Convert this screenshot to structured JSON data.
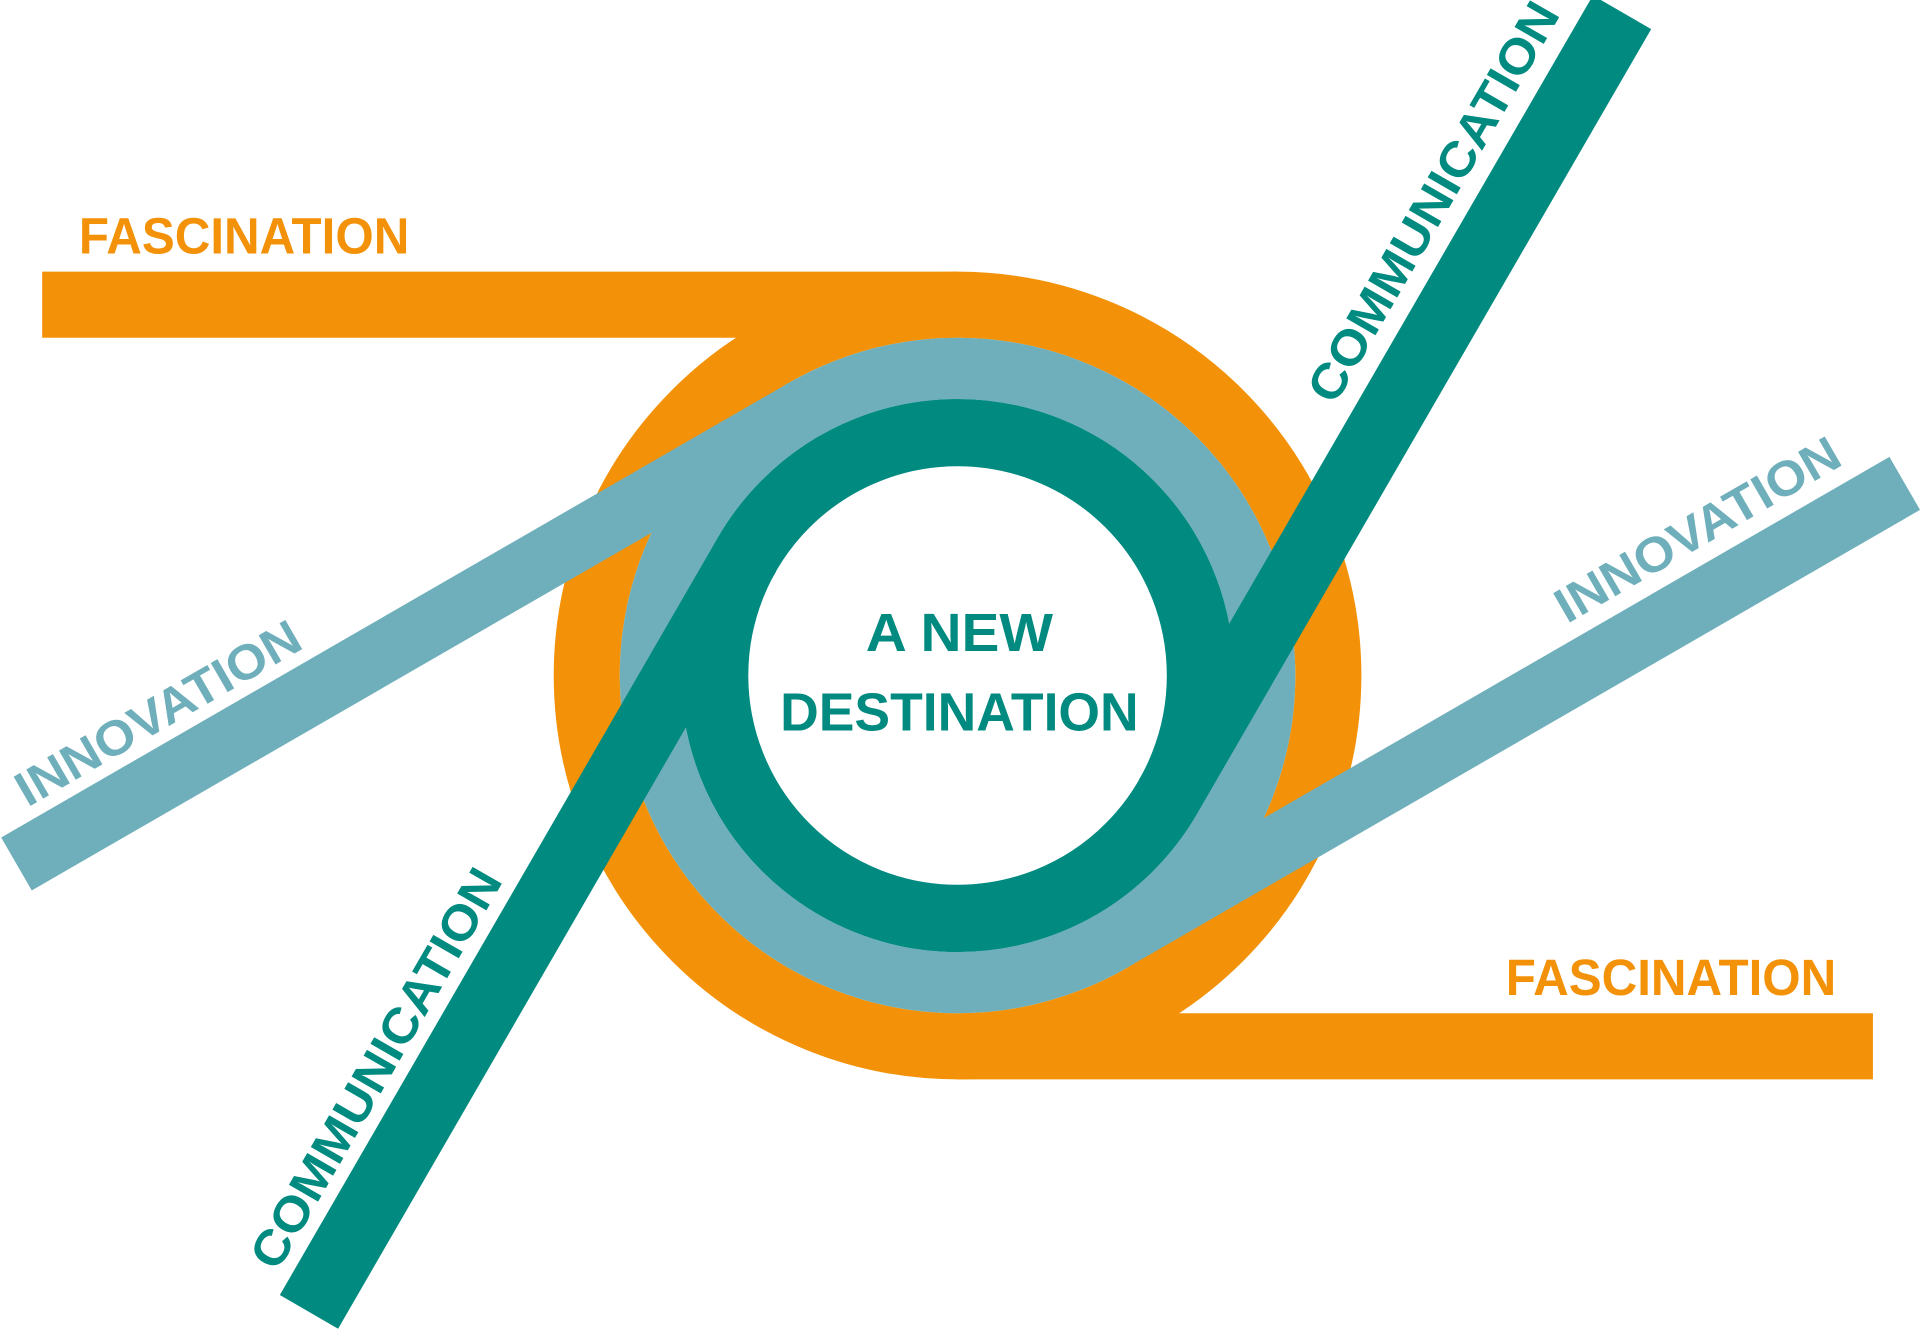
{
  "colors": {
    "orange": "#F39208",
    "light_blue": "#6FAFBB",
    "teal": "#008A80",
    "background": "#FFFFFF"
  },
  "labels": {
    "fascination_top": "FASCINATION",
    "fascination_bottom": "FASCINATION",
    "innovation_left": "INNOVATION",
    "innovation_right": "INNOVATION",
    "communication_left": "COMMUNICATION",
    "communication_right": "COMMUNICATION"
  },
  "center": {
    "line1": "A NEW",
    "line2": "DESTINATION"
  }
}
